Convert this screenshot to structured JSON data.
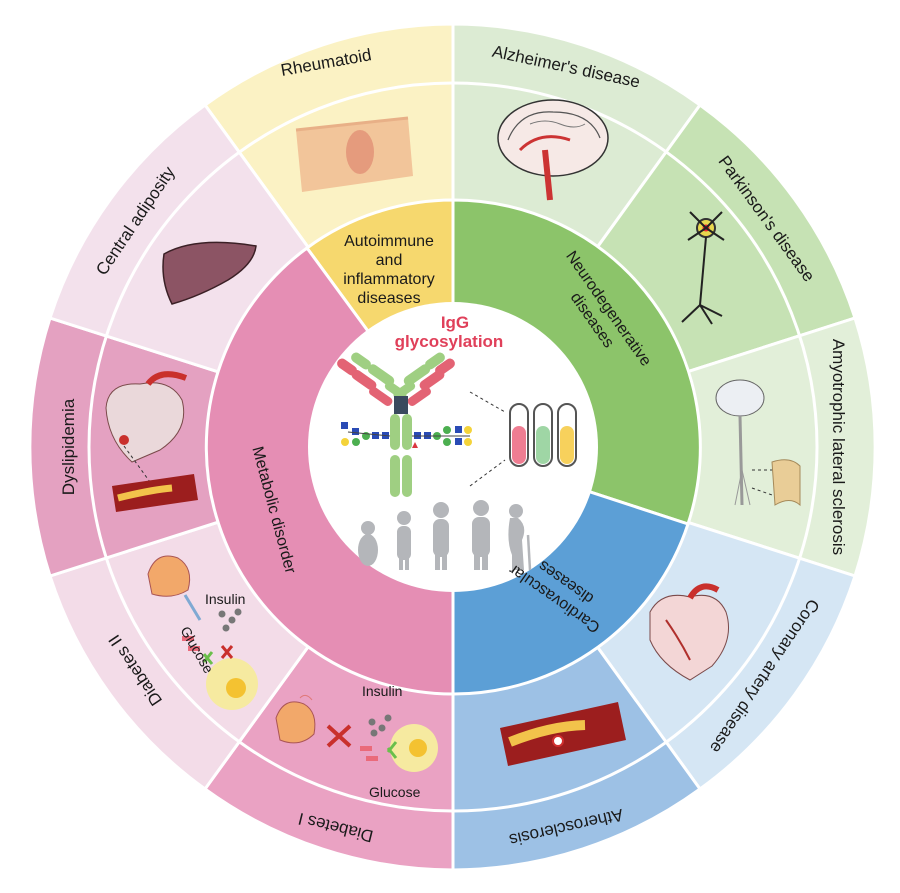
{
  "center": {
    "title_line1": "IgG",
    "title_line2": "glycosylation"
  },
  "categories": {
    "autoimmune_line1": "Autoimmune",
    "autoimmune_line2": "and",
    "autoimmune_line3": "inflammatory",
    "autoimmune_line4": "diseases",
    "neuro_line1": "Neurodegenerative",
    "neuro_line2": "diseases",
    "cardio_line1": "Cardiovascular",
    "cardio_line2": "diseases",
    "metabolic": "Metabolic disorder"
  },
  "diseases": {
    "rheumatoid": "Rheumatoid",
    "alzheimers": "Alzheimer's disease",
    "parkinsons": "Parkinson's disease",
    "als": "Amyotrophic lateral sclerosis",
    "coronary": "Coronary artery disease",
    "atherosclerosis": "Atherosclerosis",
    "diabetes1": "Diabetes I",
    "diabetes2": "Diabetes II",
    "dyslipidemia": "Dyslipidemia",
    "central_adiposity": "Central adiposity"
  },
  "labels": {
    "insulin_a": "Insulin",
    "glucose_a": "Glucose",
    "insulin_b": "Insulin",
    "glucose_b": "Glucose"
  },
  "colors": {
    "autoimmune": "#f6d86e",
    "neuro": "#8cc46a",
    "cardio": "#5c9fd6",
    "metabolic": "#e58eb4",
    "title_red": "#e0405a"
  }
}
